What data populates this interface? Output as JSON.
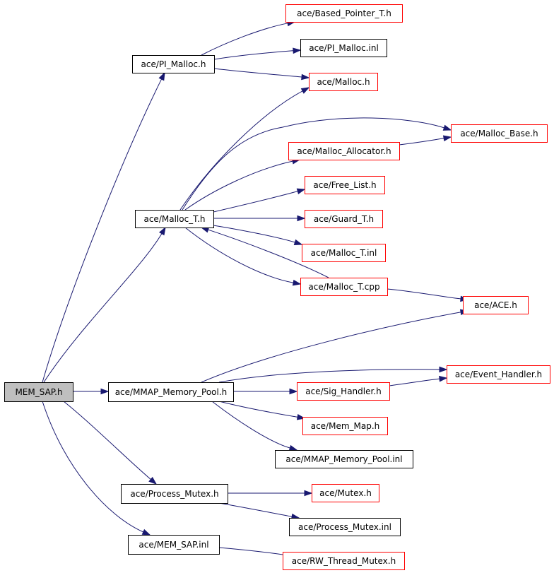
{
  "graph": {
    "nodes": [
      {
        "id": "mem_sap_h",
        "label": "MEM_SAP.h"
      },
      {
        "id": "pi_malloc_h",
        "label": "ace/PI_Malloc.h"
      },
      {
        "id": "based_pointer_t_h",
        "label": "ace/Based_Pointer_T.h"
      },
      {
        "id": "pi_malloc_inl",
        "label": "ace/PI_Malloc.inl"
      },
      {
        "id": "malloc_h",
        "label": "ace/Malloc.h"
      },
      {
        "id": "malloc_base_h",
        "label": "ace/Malloc_Base.h"
      },
      {
        "id": "malloc_allocator_h",
        "label": "ace/Malloc_Allocator.h"
      },
      {
        "id": "free_list_h",
        "label": "ace/Free_List.h"
      },
      {
        "id": "malloc_t_h",
        "label": "ace/Malloc_T.h"
      },
      {
        "id": "guard_t_h",
        "label": "ace/Guard_T.h"
      },
      {
        "id": "malloc_t_inl",
        "label": "ace/Malloc_T.inl"
      },
      {
        "id": "malloc_t_cpp",
        "label": "ace/Malloc_T.cpp"
      },
      {
        "id": "ace_h",
        "label": "ace/ACE.h"
      },
      {
        "id": "event_handler_h",
        "label": "ace/Event_Handler.h"
      },
      {
        "id": "mmap_memory_pool_h",
        "label": "ace/MMAP_Memory_Pool.h"
      },
      {
        "id": "sig_handler_h",
        "label": "ace/Sig_Handler.h"
      },
      {
        "id": "mem_map_h",
        "label": "ace/Mem_Map.h"
      },
      {
        "id": "mmap_memory_pool_inl",
        "label": "ace/MMAP_Memory_Pool.inl"
      },
      {
        "id": "process_mutex_h",
        "label": "ace/Process_Mutex.h"
      },
      {
        "id": "mutex_h",
        "label": "ace/Mutex.h"
      },
      {
        "id": "process_mutex_inl",
        "label": "ace/Process_Mutex.inl"
      },
      {
        "id": "mem_sap_inl",
        "label": "ace/MEM_SAP.inl"
      },
      {
        "id": "rw_thread_mutex_h",
        "label": "ace/RW_Thread_Mutex.h"
      }
    ],
    "edges": [
      {
        "from": "mem_sap_h",
        "to": "pi_malloc_h"
      },
      {
        "from": "mem_sap_h",
        "to": "malloc_t_h"
      },
      {
        "from": "mem_sap_h",
        "to": "mmap_memory_pool_h"
      },
      {
        "from": "mem_sap_h",
        "to": "process_mutex_h"
      },
      {
        "from": "mem_sap_h",
        "to": "mem_sap_inl"
      },
      {
        "from": "pi_malloc_h",
        "to": "based_pointer_t_h"
      },
      {
        "from": "pi_malloc_h",
        "to": "pi_malloc_inl"
      },
      {
        "from": "pi_malloc_h",
        "to": "malloc_h"
      },
      {
        "from": "malloc_t_h",
        "to": "malloc_h"
      },
      {
        "from": "malloc_t_h",
        "to": "malloc_base_h"
      },
      {
        "from": "malloc_t_h",
        "to": "malloc_allocator_h"
      },
      {
        "from": "malloc_allocator_h",
        "to": "malloc_base_h"
      },
      {
        "from": "malloc_t_h",
        "to": "free_list_h"
      },
      {
        "from": "malloc_t_h",
        "to": "guard_t_h"
      },
      {
        "from": "malloc_t_h",
        "to": "malloc_t_inl"
      },
      {
        "from": "malloc_t_h",
        "to": "malloc_t_cpp"
      },
      {
        "from": "malloc_t_cpp",
        "to": "malloc_t_h"
      },
      {
        "from": "malloc_t_cpp",
        "to": "ace_h"
      },
      {
        "from": "mmap_memory_pool_h",
        "to": "ace_h"
      },
      {
        "from": "mmap_memory_pool_h",
        "to": "event_handler_h"
      },
      {
        "from": "mmap_memory_pool_h",
        "to": "sig_handler_h"
      },
      {
        "from": "sig_handler_h",
        "to": "event_handler_h"
      },
      {
        "from": "mmap_memory_pool_h",
        "to": "mem_map_h"
      },
      {
        "from": "mmap_memory_pool_h",
        "to": "mmap_memory_pool_inl"
      },
      {
        "from": "process_mutex_h",
        "to": "mutex_h"
      },
      {
        "from": "process_mutex_h",
        "to": "process_mutex_inl"
      },
      {
        "from": "mem_sap_inl",
        "to": "rw_thread_mutex_h"
      }
    ]
  },
  "colors": {
    "edge": "#191970",
    "root_fill": "#bfbfbf",
    "documented_border": "#000000",
    "undocumented_border": "#ff0000"
  }
}
